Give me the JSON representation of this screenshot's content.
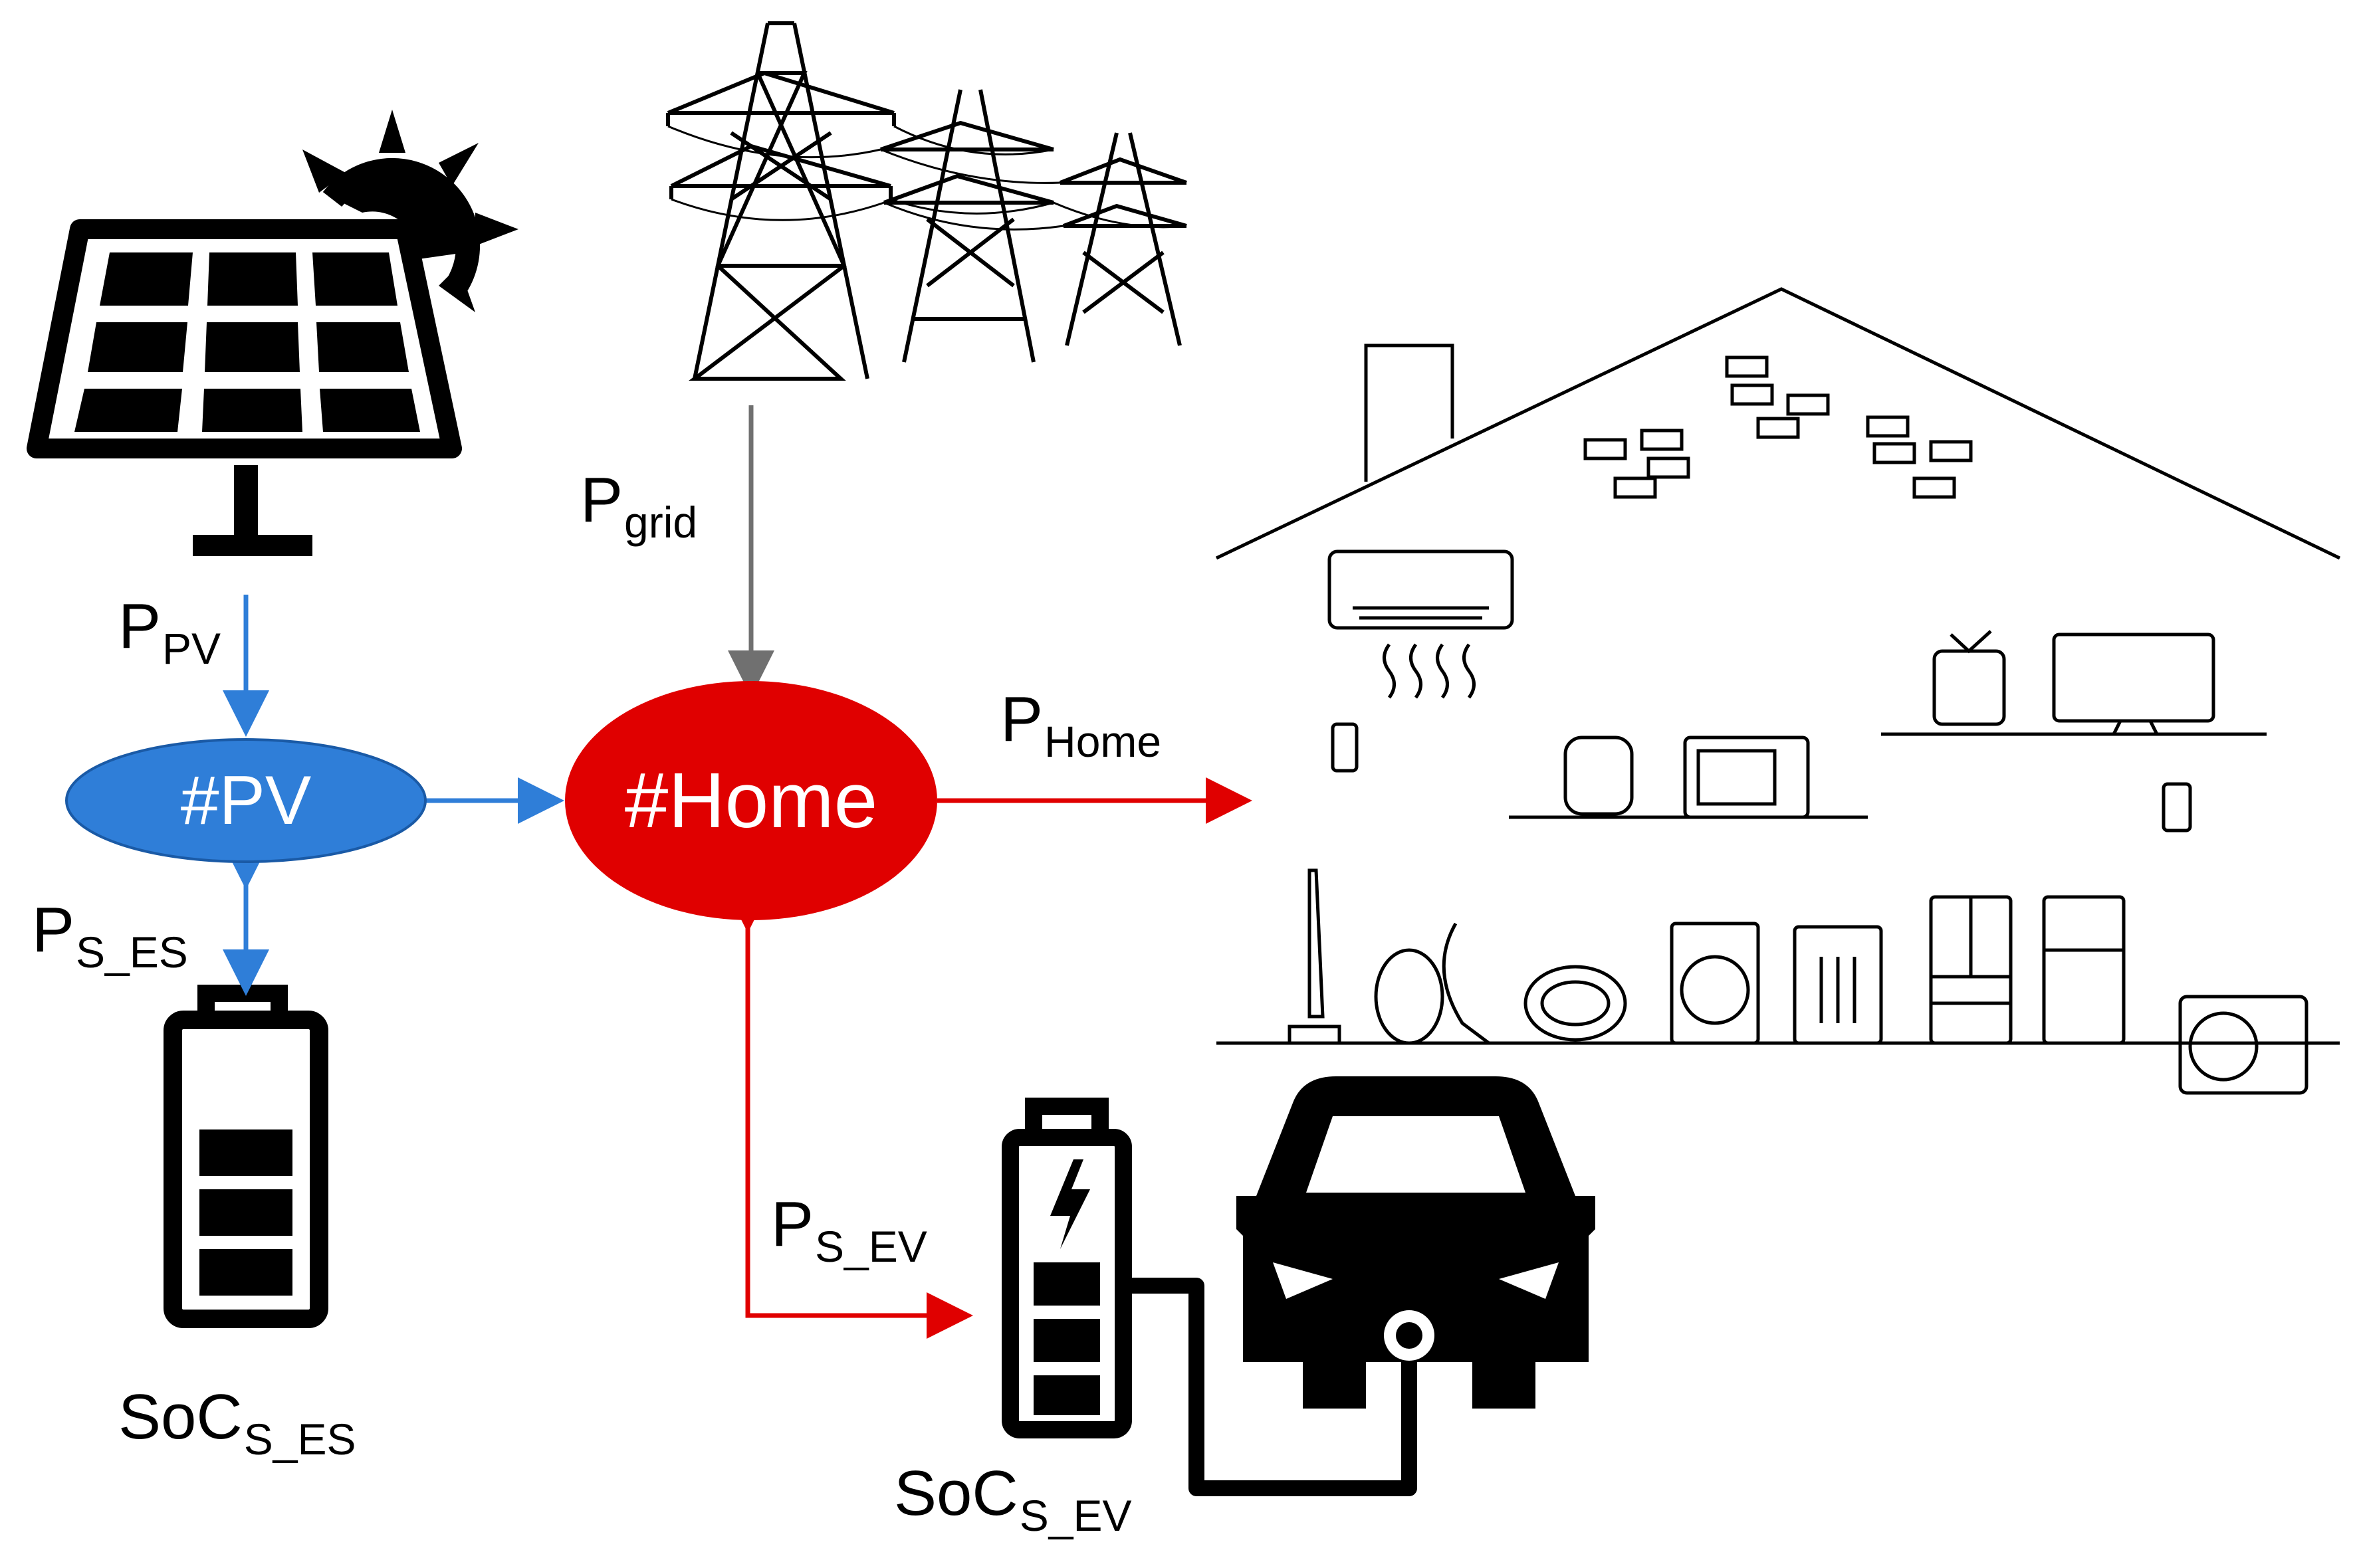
{
  "nodes": {
    "pv": {
      "label": "#PV",
      "color": "#2f7ed8"
    },
    "home": {
      "label": "#Home",
      "color": "#e00000"
    }
  },
  "labels": {
    "p_pv": {
      "main": "P",
      "sub": "PV"
    },
    "p_grid": {
      "main": "P",
      "sub": "grid"
    },
    "p_home": {
      "main": "P",
      "sub": "Home"
    },
    "p_s_es": {
      "main": "P",
      "sub": "S_ES"
    },
    "p_s_ev": {
      "main": "P",
      "sub": "S_EV"
    },
    "soc_s_es": {
      "main": "SoC",
      "sub": "S_ES"
    },
    "soc_s_ev": {
      "main": "SoC",
      "sub": "S_EV"
    }
  },
  "colors": {
    "pv_flow": "#2f7ed8",
    "home_flow": "#e00000",
    "grid_flow": "#707070",
    "ink": "#000000"
  },
  "icons": [
    "solar-panel-icon",
    "sun-icon",
    "transmission-tower-icon",
    "house-icon",
    "battery-icon",
    "ev-battery-icon",
    "electric-car-icon",
    "home-appliances-icon"
  ]
}
